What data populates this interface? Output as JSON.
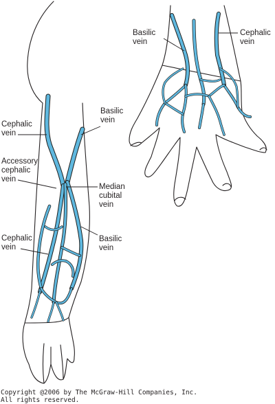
{
  "colors": {
    "vein": "#5fb8df",
    "outline": "#231f20",
    "background": "#ffffff"
  },
  "labels": {
    "hand_basilic": "Basilic\nvein",
    "hand_cephalic": "Cephalic\nvein",
    "arm_cephalic_upper": "Cephalic\nvein",
    "arm_basilic_upper": "Basilic\nvein",
    "accessory_cephalic": "Accessory\ncephalic\nvein",
    "median_cubital": "Median\ncubital\nvein",
    "arm_cephalic_lower": "Cephalic\nvein",
    "arm_basilic_lower": "Basilic\nvein"
  },
  "copyright": "Copyright @2006 by The McGraw-Hill Companies, Inc.\nAll rights reserved."
}
